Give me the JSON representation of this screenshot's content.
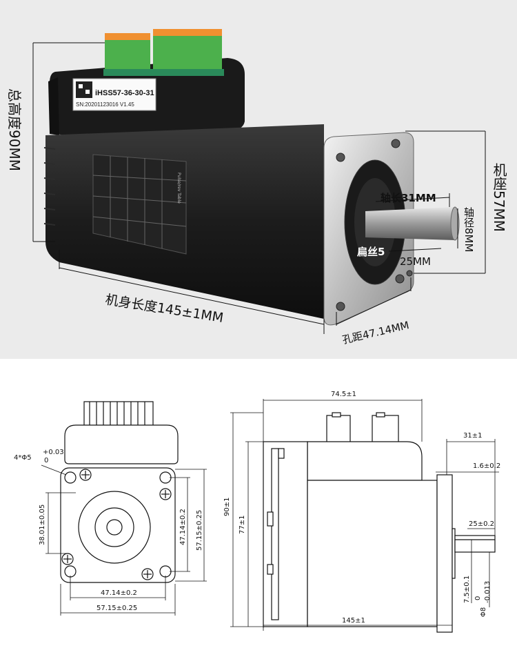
{
  "photo": {
    "label_model": "iHSS57-36-30-31",
    "label_serial": "SN:20201123016  V1.45",
    "side_table_title": "Pulse/rev Table",
    "callouts": {
      "total_height": "总高度90MM",
      "frame_size": "机座57MM",
      "body_length": "机身长度145±1MM",
      "shaft_length": "轴长31MM",
      "shaft_diameter": "轴径8MM",
      "flat_length": "扁丝5",
      "flat_depth": "25MM",
      "hole_pitch": "孔距47.14MM"
    }
  },
  "drawing": {
    "front": {
      "holes_note": "4*Φ5",
      "holes_tol_upper": "+0.03",
      "holes_tol_lower": "0",
      "h_38": "38.01±0.05",
      "v_4714": "47.14±0.2",
      "v_5715": "57.15±0.25",
      "w_4714": "47.14±0.2",
      "w_5715": "57.15±0.25"
    },
    "side": {
      "top_width": "74.5±1",
      "shaft_31": "31±1",
      "flange_16": "1.6±0.2",
      "height_90": "90±1",
      "height_77": "77±1",
      "flat_25": "25±0.2",
      "flat_75": "7.5±0.1",
      "shaft_dia": "Φ8",
      "shaft_dia_tol_upper": "0",
      "shaft_dia_tol_lower": "-0.013",
      "length_145": "145±1"
    }
  }
}
